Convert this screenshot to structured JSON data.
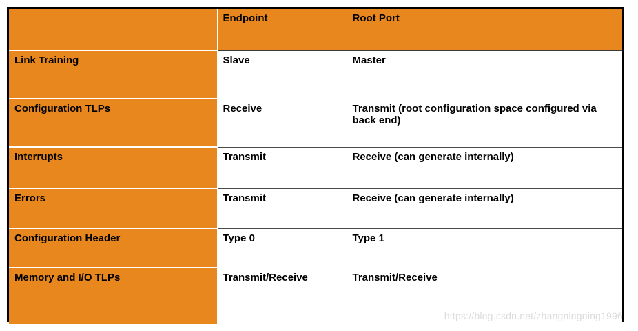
{
  "table": {
    "columns": [
      "",
      "Endpoint",
      "Root Port"
    ],
    "rows": [
      {
        "feature": "Link Training",
        "endpoint": "Slave",
        "root_port": "Master"
      },
      {
        "feature": "Configuration TLPs",
        "endpoint": "Receive",
        "root_port": "Transmit (root configuration space configured via back end)"
      },
      {
        "feature": "Interrupts",
        "endpoint": "Transmit",
        "root_port": "Receive (can generate internally)"
      },
      {
        "feature": "Errors",
        "endpoint": "Transmit",
        "root_port": "Receive (can generate internally)"
      },
      {
        "feature": "Configuration Header",
        "endpoint": "Type 0",
        "root_port": "Type 1"
      },
      {
        "feature": "Memory and I/O TLPs",
        "endpoint": "Transmit/Receive",
        "root_port": "Transmit/Receive"
      }
    ]
  },
  "watermark": {
    "text": "https://blog.csdn.net/zhangningning1996"
  },
  "colors": {
    "header_orange": "#E8871E",
    "cell_white": "#FFFFFF",
    "outer_border": "#000000",
    "inner_border": "#4A4A4A",
    "text": "#000000",
    "watermark": "#DCDCDC"
  }
}
